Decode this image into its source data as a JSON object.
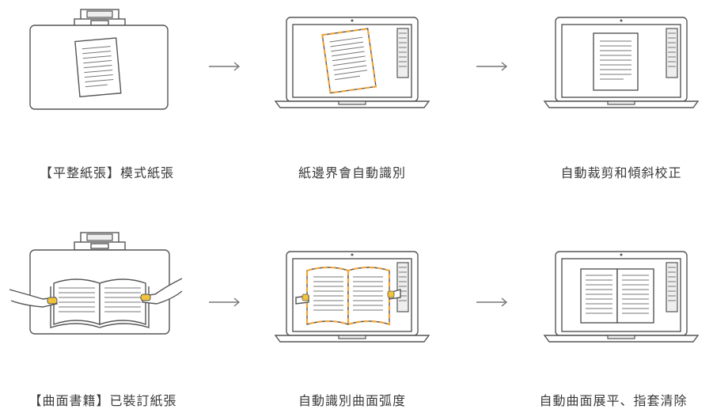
{
  "steps": {
    "row1": {
      "step1": "【平整紙張】模式紙張",
      "step2": "紙邊界會自動識別",
      "step3": "自動裁剪和傾斜校正"
    },
    "row2": {
      "step1": "【曲面書籍】已裝訂紙張",
      "step2": "自動識別曲面弧度",
      "step3": "自動曲面展平、指套清除"
    }
  },
  "icons": {
    "scanner_flat": "document-scanner-icon",
    "scanner_book": "book-scanner-icon",
    "laptop": "laptop-icon",
    "arrow": "right-arrow-icon"
  },
  "colors": {
    "line": "#555555",
    "detected_edge": "#f2a53a",
    "caption": "#3a3a3a"
  }
}
